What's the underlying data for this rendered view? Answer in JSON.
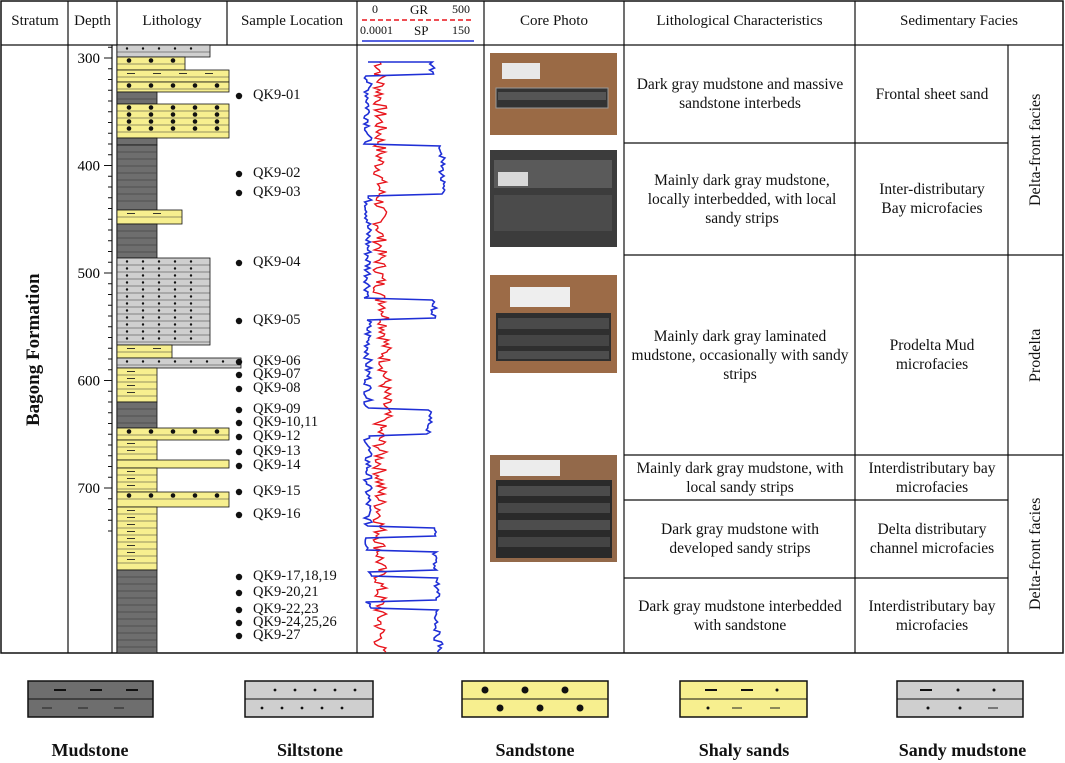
{
  "headers": {
    "stratum": "Stratum",
    "depth": "Depth",
    "lithology": "Lithology",
    "sample_location": "Sample Location",
    "gr_label": "GR",
    "gr_min": "0",
    "gr_max": "500",
    "sp_label": "SP",
    "sp_min": "0.0001",
    "sp_max": "150",
    "core_photo": "Core Photo",
    "lith_characteristics": "Lithological Characteristics",
    "sed_facies": "Sedimentary Facies"
  },
  "formation": "Bagong Formation",
  "depth_ticks": [
    "300",
    "400",
    "500",
    "600",
    "700"
  ],
  "samples": [
    "QK9-01",
    "QK9-02",
    "QK9-03",
    "QK9-04",
    "QK9-05",
    "QK9-06",
    "QK9-07",
    "QK9-08",
    "QK9-09",
    "QK9-10,11",
    "QK9-12",
    "QK9-13",
    "QK9-14",
    "QK9-15",
    "QK9-16",
    "QK9-17,18,19",
    "QK9-20,21",
    "QK9-22,23",
    "QK9-24,25,26",
    "QK9-27"
  ],
  "lithological_characteristics": [
    "Dark gray mudstone and massive sandstone interbeds",
    "Mainly dark gray mudstone, locally  interbedded, with local sandy strips",
    "Mainly dark gray laminated mudstone, occasionally with sandy strips",
    "Mainly dark gray mudstone, with local sandy strips",
    "Dark gray mudstone with developed sandy strips",
    "Dark gray mudstone interbedded with sandstone"
  ],
  "microfacies": [
    "Frontal sheet sand",
    "Inter-distributary Bay microfacies",
    "Prodelta Mud microfacies",
    "Interdistributary bay microfacies",
    "Delta distributary channel microfacies",
    "Interdistributary bay microfacies"
  ],
  "facies": [
    "Delta-front facies",
    "Prodelta",
    "Delta-front facies"
  ],
  "legend": [
    "Mudstone",
    "Siltstone",
    "Sandstone",
    "Shaly sands",
    "Sandy mudstone"
  ],
  "colors": {
    "mudstone": "#6e6e6e",
    "siltstone": "#cfcfcf",
    "sandstone": "#f7ef8f",
    "gr_curve": "#e8141c",
    "sp_curve": "#1f2fd6"
  }
}
